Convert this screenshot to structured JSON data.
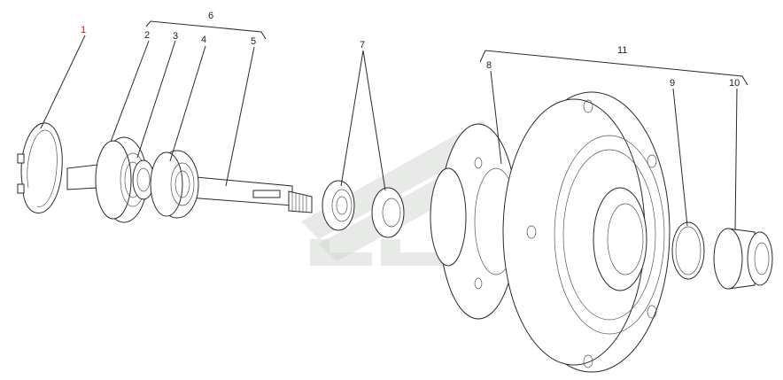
{
  "diagram": {
    "callouts": [
      {
        "id": "1",
        "text": "1"
      },
      {
        "id": "2",
        "text": "2"
      },
      {
        "id": "3",
        "text": "3"
      },
      {
        "id": "4",
        "text": "4"
      },
      {
        "id": "5",
        "text": "5"
      },
      {
        "id": "6",
        "text": "6"
      },
      {
        "id": "7",
        "text": "7"
      },
      {
        "id": "8",
        "text": "8"
      },
      {
        "id": "9",
        "text": "9"
      },
      {
        "id": "10",
        "text": "10"
      },
      {
        "id": "11",
        "text": "11"
      }
    ],
    "colors": {
      "line": "#2a2a2a",
      "callout_1": "#b0202a",
      "watermark": "#d3d8d3",
      "background": "#ffffff"
    }
  }
}
